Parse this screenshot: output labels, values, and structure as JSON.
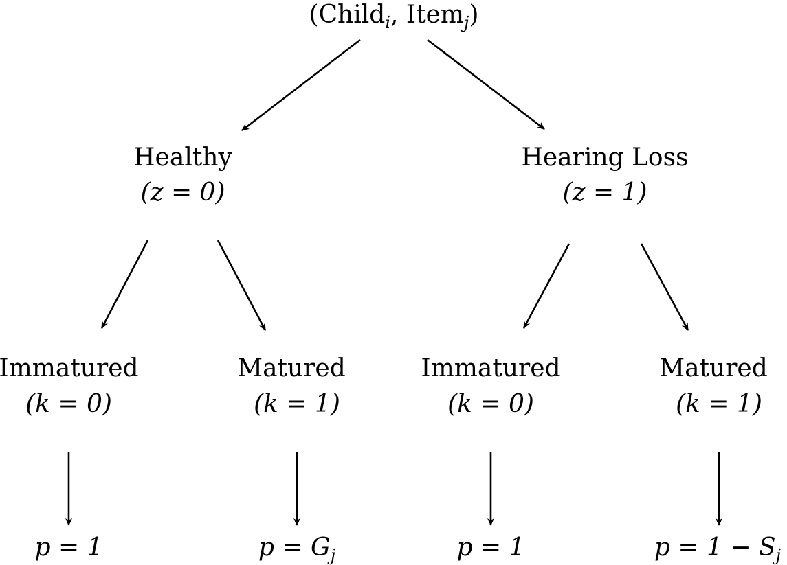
{
  "diagram": {
    "root": {
      "paren_open": "(",
      "child": "Child",
      "child_sub": "i",
      "sep": ", ",
      "item": "Item",
      "item_sub": "j",
      "paren_close": ")"
    },
    "level1": [
      {
        "label": "Healthy",
        "cond": "(z = 0)"
      },
      {
        "label": "Hearing Loss",
        "cond": "(z = 1)"
      }
    ],
    "level2": [
      {
        "label": "Immatured",
        "cond": "(k = 0)"
      },
      {
        "label": "Matured",
        "cond": "(k = 1)"
      },
      {
        "label": "Immatured",
        "cond": "(k = 0)"
      },
      {
        "label": "Matured",
        "cond": "(k = 1)"
      }
    ],
    "leaves": {
      "leaf0": "p = 1",
      "leaf1_prefix": "p = G",
      "leaf1_sub": "j",
      "leaf2": "p = 1",
      "leaf3_prefix": "p = 1 − S",
      "leaf3_sub": "j"
    }
  }
}
